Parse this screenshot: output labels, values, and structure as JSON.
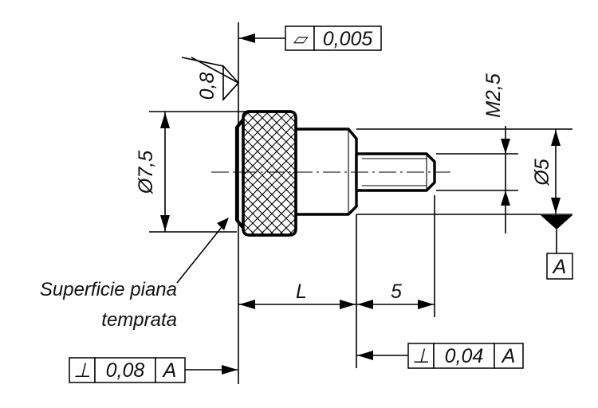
{
  "dimensions": {
    "diameter_head": "Ø7,5",
    "diameter_shank": "Ø5",
    "thread": "M2,5",
    "length_L": "L",
    "length_thread": "5",
    "roughness": "0,8"
  },
  "tolerance_frames": {
    "flatness": {
      "symbol": "▱",
      "value": "0,005"
    },
    "perp_head": {
      "symbol": "⊥",
      "value": "0,08",
      "datum": "A"
    },
    "perp_shank": {
      "symbol": "⊥",
      "value": "0,04",
      "datum": "A"
    }
  },
  "datum": {
    "label": "A"
  },
  "note": {
    "line1": "Superficie piana",
    "line2": "temprata"
  }
}
